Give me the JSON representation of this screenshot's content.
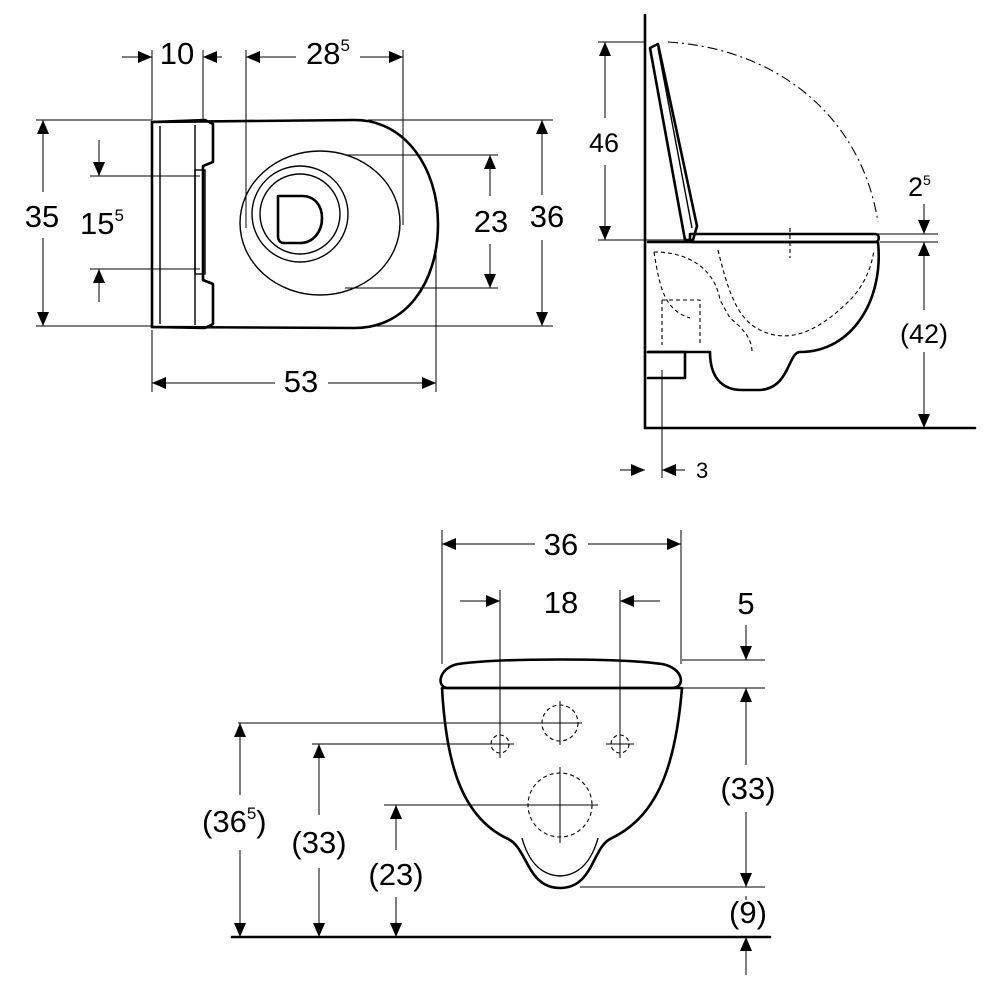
{
  "top_view": {
    "d_seat_depth": "10",
    "d_bowl_opening_main": "28",
    "d_bowl_opening_sup": "5",
    "d_outer_width": "35",
    "d_hinge_spacing_main": "15",
    "d_hinge_spacing_sup": "5",
    "d_opening_width": "23",
    "d_bowl_width": "36",
    "d_total_length": "53"
  },
  "side_view": {
    "d_lid_height": "46",
    "d_seat_thickness_main": "2",
    "d_seat_thickness_sup": "5",
    "d_mount_height": "(42)",
    "d_wall_gap": "3"
  },
  "front_view": {
    "d_width": "36",
    "d_bolt_spacing": "18",
    "d_seat_height": "5",
    "d_outlet_height_main": "(36",
    "d_outlet_height_sup": "5",
    "d_outlet_height_close": ")",
    "d_bolt_height": "(33)",
    "d_drain_height": "(23)",
    "d_bowl_body_height": "(33)",
    "d_floor_gap": "(9)"
  }
}
